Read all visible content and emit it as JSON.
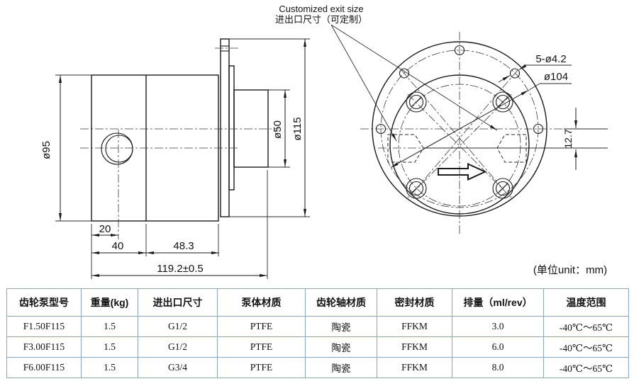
{
  "meta": {
    "unit_note": "(单位unit：mm)"
  },
  "callout_label": {
    "line_en": "Customized exit size",
    "line_zh": "进出口尺寸（可定制）"
  },
  "front_view": {
    "bolt_holes": "5-ø4.2",
    "bolt_circle_dia": "ø104",
    "port_offset": "12.7"
  },
  "side_view": {
    "dia_body": "ø95",
    "dia_spigot": "ø50",
    "dia_flange": "ø115",
    "dim_port_center": "20",
    "dim_body_front": "40",
    "dim_body_rear": "48.3",
    "dim_total_length": "119.2±0.5"
  },
  "colors": {
    "table_border": "#8aa6c2",
    "line": "#1a1a1a"
  },
  "table": {
    "headers": [
      "齿轮泵型号",
      "重量(kg)",
      "进出口尺寸",
      "泵体材质",
      "齿轮轴材质",
      "密封材质",
      "排量（ml/rev）",
      "温度范围"
    ],
    "rows": [
      [
        "F1.50F115",
        "1.5",
        "G1/2",
        "PTFE",
        "陶瓷",
        "FFKM",
        "3.0",
        "-40℃～65℃"
      ],
      [
        "F3.00F115",
        "1.5",
        "G1/2",
        "PTFE",
        "陶瓷",
        "FFKM",
        "6.0",
        "-40℃～65℃"
      ],
      [
        "F6.00F115",
        "1.5",
        "G3/4",
        "PTFE",
        "陶瓷",
        "FFKM",
        "8.0",
        "-40℃～65℃"
      ]
    ]
  }
}
